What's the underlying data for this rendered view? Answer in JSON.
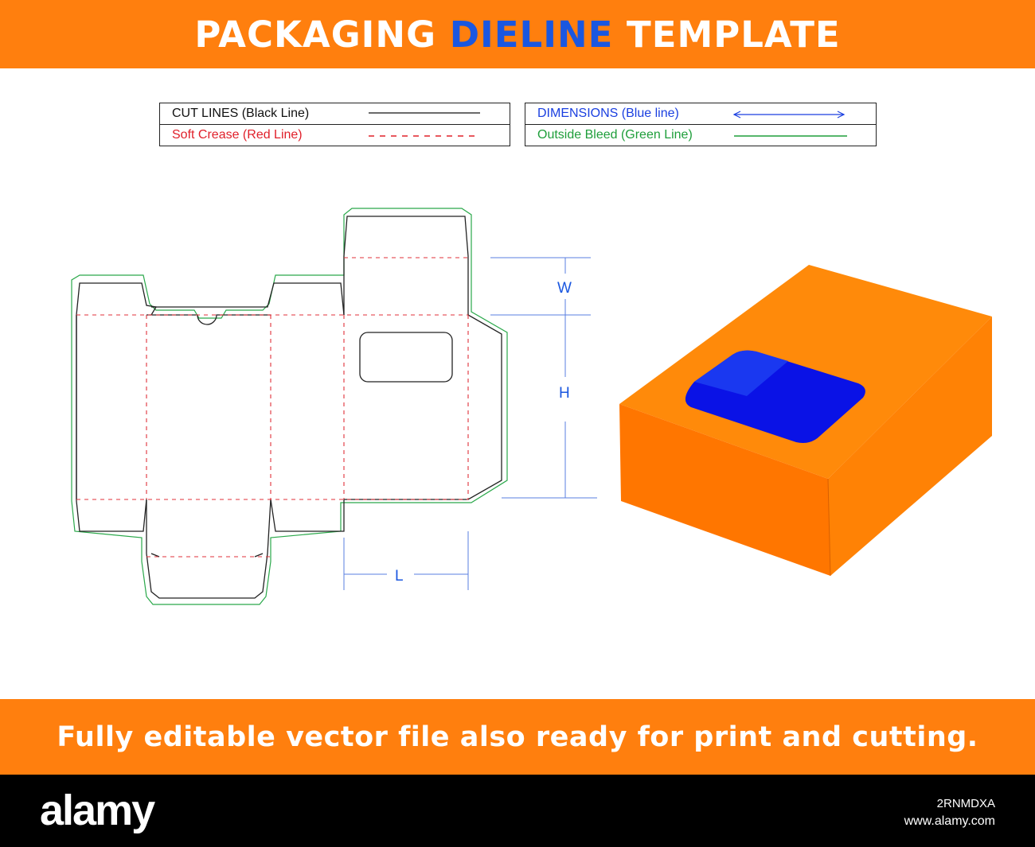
{
  "header": {
    "title_part1": "PACKAGING",
    "title_accent": "DIELINE",
    "title_part2": "TEMPLATE"
  },
  "legend": {
    "left": [
      {
        "label": "CUT LINES (Black Line)",
        "color": "#111111",
        "style": "solid"
      },
      {
        "label": "Soft Crease (Red Line)",
        "color": "#e0202a",
        "style": "dashed"
      }
    ],
    "right": [
      {
        "label": "DIMENSIONS (Blue line)",
        "color": "#1a3fe0",
        "style": "double-arrow"
      },
      {
        "label": "Outside Bleed (Green Line)",
        "color": "#1e9e3a",
        "style": "solid"
      }
    ]
  },
  "dimensions": {
    "w_label": "W",
    "h_label": "H",
    "l_label": "L"
  },
  "colors": {
    "brand_orange": "#ff7f0e",
    "accent_blue": "#1a57e0",
    "box_front": "#ff7a00",
    "box_top": "#ff8a0a",
    "window_blue": "#0a12e6",
    "cut": "#222222",
    "crease": "#e0303a",
    "bleed": "#2aa84a",
    "dimension": "#1a57e0"
  },
  "footer_banner": {
    "text": "Fully editable vector file also ready for print and cutting."
  },
  "watermark": {
    "logo": "alamy",
    "image_id": "2RNMDXA",
    "site": "www.alamy.com"
  }
}
